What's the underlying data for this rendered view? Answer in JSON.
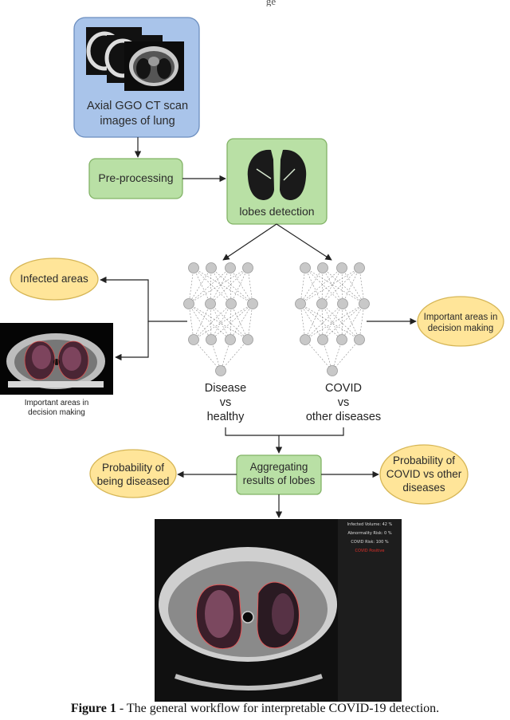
{
  "top_fragment": "ge",
  "nodes": {
    "input": "Axial GGO CT scan images of lung",
    "input_line1": "Axial GGO CT scan",
    "input_line2": "images of lung",
    "preprocessing": "Pre-processing",
    "lobes": "lobes detection",
    "infected_areas": "Infected areas",
    "important_right_line1": "Important areas in",
    "important_right_line2": "decision making",
    "important_left_line1": "Important areas in",
    "important_left_line2": "decision making",
    "disease_line1": "Disease",
    "disease_line2": "vs",
    "disease_line3": "healthy",
    "covid_line1": "COVID",
    "covid_line2": "vs",
    "covid_line3": "other diseases",
    "aggregate_line1": "Aggregating",
    "aggregate_line2": "results of lobes",
    "prob_diseased_line1": "Probability of",
    "prob_diseased_line2": "being diseased",
    "prob_covid_line1": "Probability of",
    "prob_covid_line2": "COVID vs other",
    "prob_covid_line3": "diseases"
  },
  "ct_panel": {
    "infected_volume": "Infected Volume: 42 %",
    "abnormality_risk": "Abnormality Risk: 0 %",
    "covid_risk": "COVID Risk: 100 %",
    "status": "COVID Positive"
  },
  "caption": {
    "label": "Figure 1",
    "text": " - The general workflow for interpretable COVID-19 detection."
  },
  "colors": {
    "blue_fill": "#a9c4ea",
    "blue_stroke": "#6c8ebf",
    "green_fill": "#b9e0a5",
    "green_stroke": "#82b366",
    "yellow_fill": "#ffe599",
    "yellow_stroke": "#d6b656",
    "status_red": "#e0302a"
  }
}
